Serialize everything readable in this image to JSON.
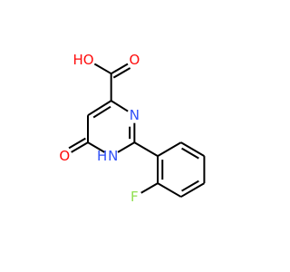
{
  "molecule": {
    "atoms": [
      {
        "id": "c1",
        "symbol": "C",
        "label": ""
      },
      {
        "id": "n1",
        "symbol": "N",
        "label": "N"
      },
      {
        "id": "c2",
        "symbol": "C",
        "label": ""
      },
      {
        "id": "nh",
        "symbol": "N",
        "label": "N"
      },
      {
        "id": "h_n",
        "symbol": "H",
        "label": "H"
      },
      {
        "id": "c3",
        "symbol": "C",
        "label": ""
      },
      {
        "id": "c4",
        "symbol": "C",
        "label": ""
      },
      {
        "id": "o1",
        "symbol": "O",
        "label": "O"
      },
      {
        "id": "c5",
        "symbol": "C",
        "label": ""
      },
      {
        "id": "o2",
        "symbol": "O",
        "label": "O"
      },
      {
        "id": "o3",
        "symbol": "O",
        "label": "HO"
      },
      {
        "id": "p1",
        "symbol": "C",
        "label": ""
      },
      {
        "id": "p2",
        "symbol": "C",
        "label": ""
      },
      {
        "id": "p3",
        "symbol": "C",
        "label": ""
      },
      {
        "id": "p4",
        "symbol": "C",
        "label": ""
      },
      {
        "id": "p5",
        "symbol": "C",
        "label": ""
      },
      {
        "id": "p6",
        "symbol": "C",
        "label": ""
      },
      {
        "id": "f1",
        "symbol": "F",
        "label": "F"
      }
    ],
    "bonds": [
      {
        "from": "c1",
        "to": "n1",
        "order": 1
      },
      {
        "from": "n1",
        "to": "c2",
        "order": 2
      },
      {
        "from": "c2",
        "to": "nh",
        "order": 1
      },
      {
        "from": "nh",
        "to": "c3",
        "order": 1
      },
      {
        "from": "c3",
        "to": "c4",
        "order": 1
      },
      {
        "from": "c4",
        "to": "c1",
        "order": 2
      },
      {
        "from": "c3",
        "to": "o1",
        "order": 2
      },
      {
        "from": "c1",
        "to": "c5",
        "order": 1
      },
      {
        "from": "c5",
        "to": "o2",
        "order": 2
      },
      {
        "from": "c5",
        "to": "o3",
        "order": 1
      },
      {
        "from": "c2",
        "to": "p1",
        "order": 1
      },
      {
        "from": "p1",
        "to": "p2",
        "order": 1
      },
      {
        "from": "p2",
        "to": "p3",
        "order": 2
      },
      {
        "from": "p3",
        "to": "p4",
        "order": 1
      },
      {
        "from": "p4",
        "to": "p5",
        "order": 2
      },
      {
        "from": "p5",
        "to": "p6",
        "order": 1
      },
      {
        "from": "p6",
        "to": "p1",
        "order": 2
      },
      {
        "from": "p6",
        "to": "f1",
        "order": 1
      }
    ]
  },
  "colors": {
    "O": "#ff0d0d",
    "N": "#3050f8",
    "F": "#90e050",
    "bond": "#000000",
    "background": "#ffffff"
  }
}
